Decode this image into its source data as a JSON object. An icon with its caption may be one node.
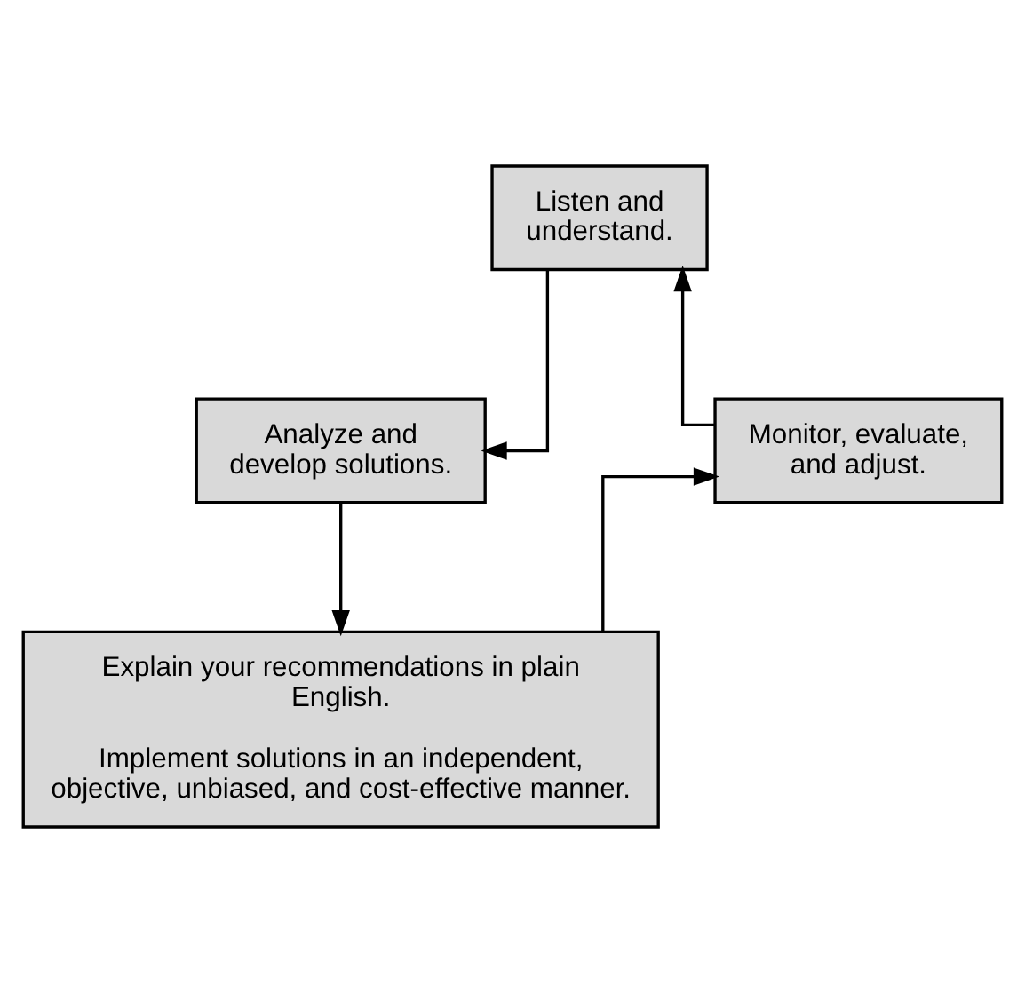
{
  "diagram": {
    "nodes": [
      {
        "text": [
          "Listen and understand."
        ]
      },
      {
        "text": [
          "Analyze and develop solutions."
        ]
      },
      {
        "text": [
          "Explain your recommendations in plain English.",
          "Implement solutions in an independent, objective, unbiased, and cost-effective manner."
        ]
      },
      {
        "text": [
          "Monitor, evaluate, and adjust."
        ]
      }
    ],
    "edges": [
      {
        "from": 0,
        "to": 1,
        "arrow": "to"
      },
      {
        "from": 1,
        "to": 2,
        "arrow": "to"
      },
      {
        "from": 2,
        "to": 3,
        "arrow": "to"
      },
      {
        "from": 3,
        "to": 0,
        "arrow": "to"
      }
    ]
  }
}
